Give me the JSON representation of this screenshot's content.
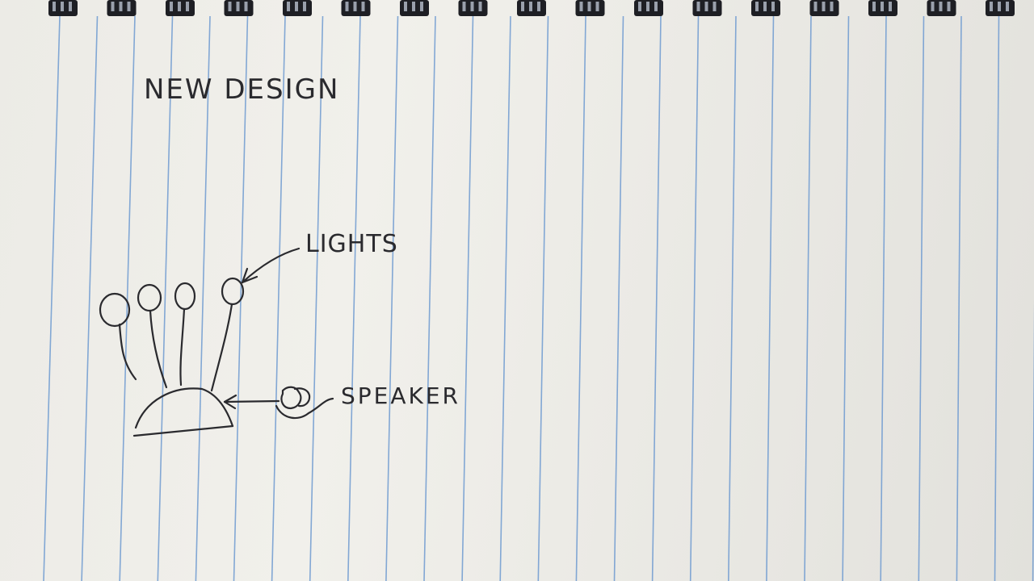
{
  "page": {
    "heading": "NEW DESIGN"
  },
  "diagram": {
    "labels": {
      "lights": "LIGHTS",
      "speaker": "SPEAKER"
    },
    "colors": {
      "paper": "#efeee9",
      "ruled_line": "#6f9bd1",
      "ink": "#2a2a2e",
      "spiral": "#1e1f24"
    },
    "parts": {
      "lights_count": 4
    }
  }
}
